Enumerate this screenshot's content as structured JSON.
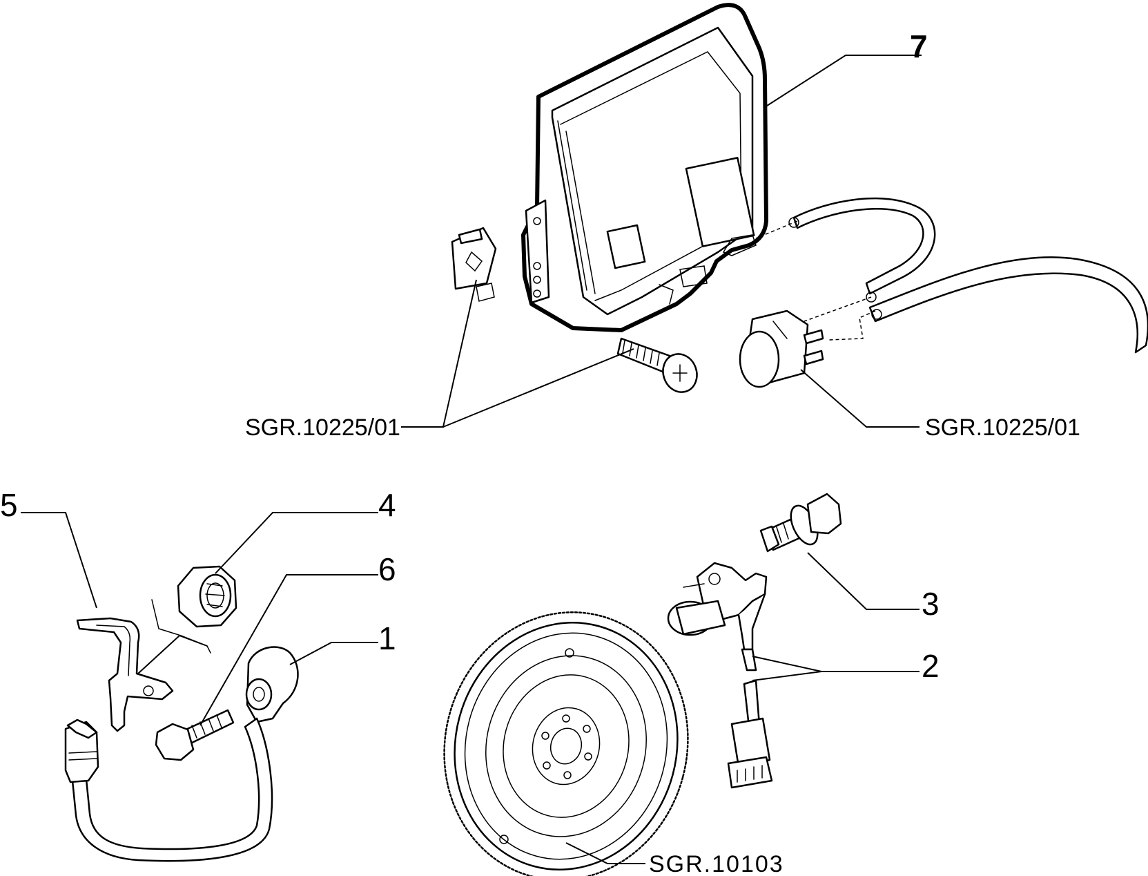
{
  "callouts": {
    "c1": "1",
    "c2": "2",
    "c3": "3",
    "c4": "4",
    "c5": "5",
    "c6": "6",
    "c7": "7"
  },
  "references": {
    "ecu_left": "SGR.10225/01",
    "ecu_right": "SGR.10225/01",
    "flywheel": "SGR.10103"
  },
  "parts": [
    {
      "id": "1",
      "icon": "knock-sensor-icon"
    },
    {
      "id": "2",
      "icon": "rpm-sensor-icon"
    },
    {
      "id": "3",
      "icon": "flanged-bolt-icon"
    },
    {
      "id": "4",
      "icon": "hex-nut-icon"
    },
    {
      "id": "5",
      "icon": "bracket-icon"
    },
    {
      "id": "6",
      "icon": "hex-bolt-icon"
    },
    {
      "id": "7",
      "icon": "control-unit-icon"
    }
  ]
}
